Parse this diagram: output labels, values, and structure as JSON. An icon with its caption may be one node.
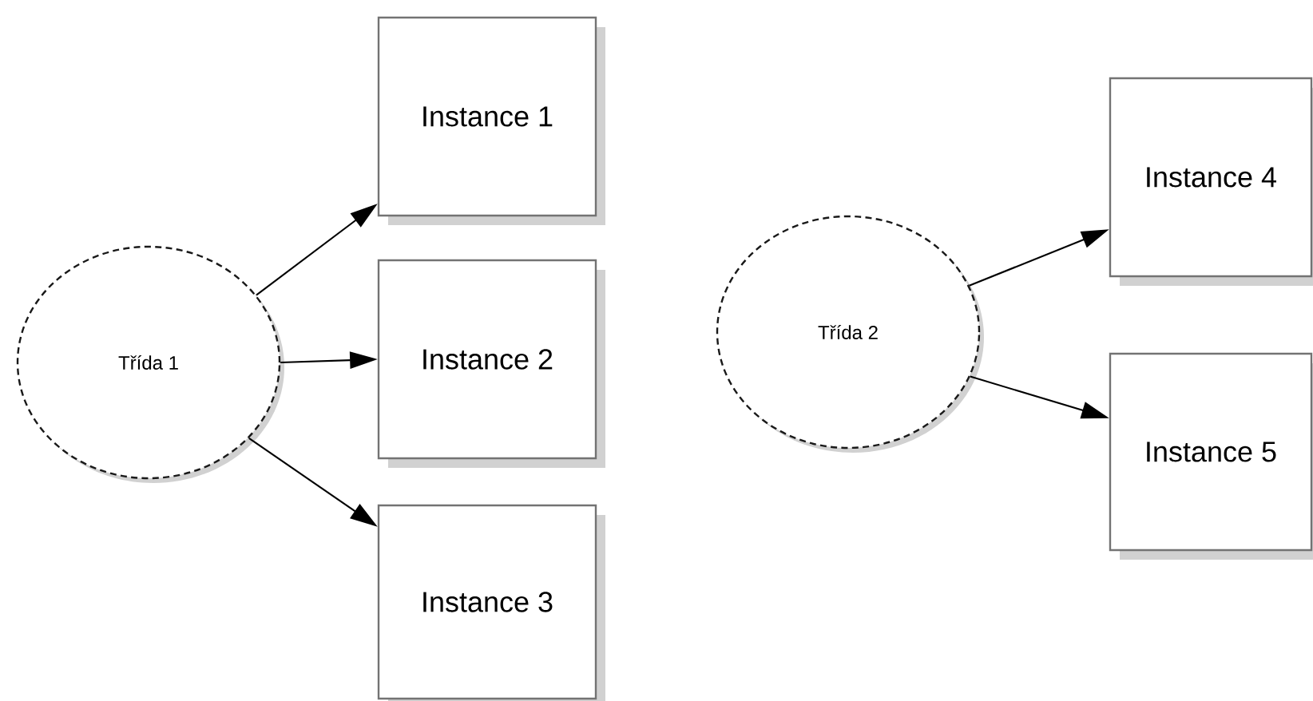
{
  "diagram": {
    "nodes": [
      {
        "text": [
          "Třída 1"
        ]
      },
      {
        "text": [
          "Instance 1"
        ]
      },
      {
        "text": [
          "Instance 2"
        ]
      },
      {
        "text": [
          "Instance 3"
        ]
      },
      {
        "text": [
          "Třída 2"
        ]
      },
      {
        "text": [
          "Instance 4"
        ]
      },
      {
        "text": [
          "Instance 5"
        ]
      }
    ],
    "edges": [
      {
        "from": 0,
        "to": 1,
        "arrow": "to"
      },
      {
        "from": 0,
        "to": 2,
        "arrow": "to"
      },
      {
        "from": 0,
        "to": 3,
        "arrow": "to"
      },
      {
        "from": 4,
        "to": 5,
        "arrow": "to"
      },
      {
        "from": 4,
        "to": 6,
        "arrow": "to"
      }
    ]
  }
}
